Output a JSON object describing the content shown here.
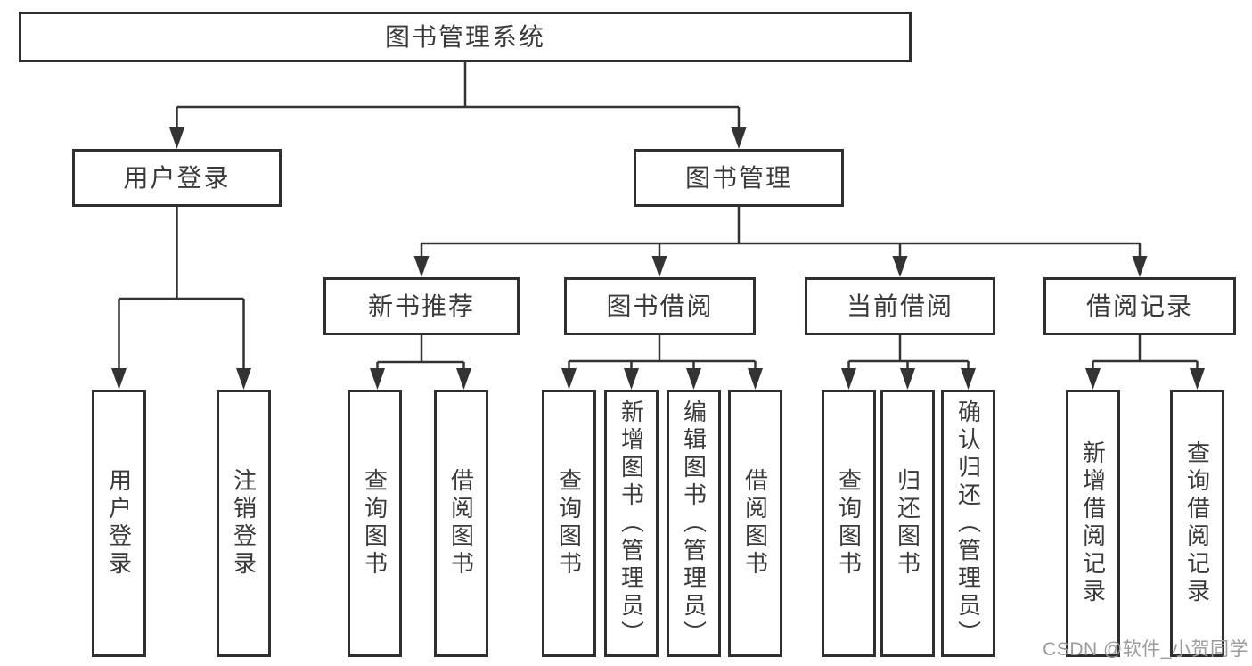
{
  "diagram": {
    "title": "图书管理系统",
    "nodes": {
      "root": "图书管理系统",
      "user_login": "用户登录",
      "book_mgmt": "图书管理",
      "user_login_leaf": "用户登录",
      "logout_leaf": "注销登录",
      "new_book_rec": "新书推荐",
      "book_borrow": "图书借阅",
      "current_borrow": "当前借阅",
      "borrow_records": "借阅记录",
      "nbr_query_books": "查询图书",
      "nbr_borrow_books": "借阅图书",
      "bb_query_books": "查询图书",
      "bb_add_books": "新增图书（管理员）",
      "bb_edit_books": "编辑图书（管理员）",
      "bb_borrow_books": "借阅图书",
      "cb_query_books": "查询图书",
      "cb_return_books": "归还图书",
      "cb_confirm_return": "确认归还（管理员）",
      "br_add_record": "新增借阅记录",
      "br_query_record": "查询借阅记录"
    },
    "colors": {
      "line": "#333333",
      "box_border": "#2f2f2f",
      "box_fill": "#ffffff",
      "text": "#3a3a3a",
      "watermark": "#9b9b9b",
      "background": "#ffffff"
    }
  },
  "watermark": {
    "text": "CSDN @软件_小贺同学"
  }
}
